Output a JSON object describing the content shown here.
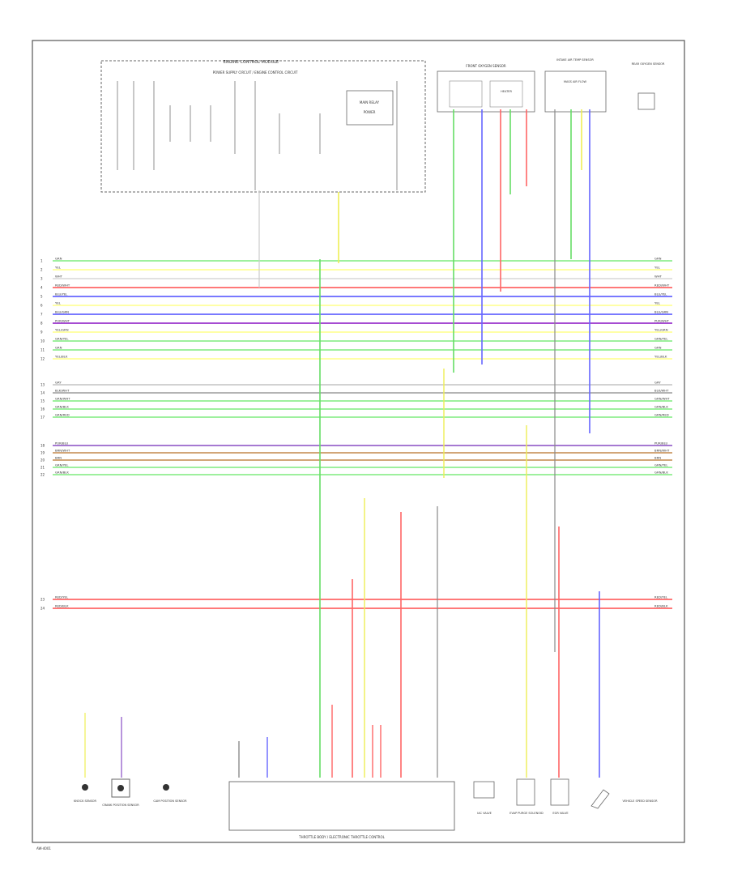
{
  "title_box": {
    "main_label": "ENGINE CONTROL MODULE",
    "sub_label": "POWER SUPPLY CIRCUIT / ENGINE CONTROL CIRCUIT",
    "relay_label": "MAIN RELAY",
    "power_label": "POWER"
  },
  "top_right": {
    "ecm_label": "FRONT OXYGEN SENSOR",
    "sensor_label": "HEATER",
    "pressure_label": "INTAKE AIR TEMP SENSOR",
    "flow_label": "MASS AIR FLOW",
    "oxy_label": "REAR OXYGEN SENSOR"
  },
  "left_wires": [
    {
      "num": "1",
      "code": "GRN",
      "color": "#90ee90"
    },
    {
      "num": "2",
      "code": "YEL",
      "color": "#ffff99"
    },
    {
      "num": "3",
      "code": "WHT",
      "color": "#dddddd"
    },
    {
      "num": "4",
      "code": "RED/WHT",
      "color": "#ff6666"
    },
    {
      "num": "5",
      "code": "BLU/YEL",
      "color": "#6666ff"
    },
    {
      "num": "6",
      "code": "YEL",
      "color": "#ffff99"
    },
    {
      "num": "7",
      "code": "BLU/GRN",
      "color": "#6666ff"
    },
    {
      "num": "8",
      "code": "PUR/WHT",
      "color": "#9933cc"
    },
    {
      "num": "9",
      "code": "YEL/GRN",
      "color": "#ffff99"
    },
    {
      "num": "10",
      "code": "GRN/YEL",
      "color": "#90ee90"
    },
    {
      "num": "11",
      "code": "GRN",
      "color": "#90ee90"
    },
    {
      "num": "12",
      "code": "YEL/BLK",
      "color": "#ffff99"
    }
  ],
  "mid_wires": [
    {
      "num": "13",
      "code": "GRY",
      "color": "#cccccc"
    },
    {
      "num": "14",
      "code": "BLK/WHT",
      "color": "#aaaaaa"
    },
    {
      "num": "15",
      "code": "GRN/WHT",
      "color": "#90ee90"
    },
    {
      "num": "16",
      "code": "GRN/BLK",
      "color": "#90ee90"
    },
    {
      "num": "17",
      "code": "GRN/RED",
      "color": "#90ee90"
    }
  ],
  "lower_wires": [
    {
      "num": "18",
      "code": "PUR/BLU",
      "color": "#9966cc"
    },
    {
      "num": "19",
      "code": "BRN/WHT",
      "color": "#cc9966"
    },
    {
      "num": "20",
      "code": "BRN",
      "color": "#cc9966"
    },
    {
      "num": "21",
      "code": "GRN/YEL",
      "color": "#90ee90"
    },
    {
      "num": "22",
      "code": "GRN/BLK",
      "color": "#90ee90"
    }
  ],
  "bottom_wires": [
    {
      "num": "23",
      "code": "RED/YEL",
      "color": "#ff6666"
    },
    {
      "num": "24",
      "code": "RED/BLK",
      "color": "#ff6666"
    }
  ],
  "bottom_components": {
    "left_sensor_1": "KNOCK SENSOR",
    "left_sensor_2": "CRANK POSITION SENSOR",
    "left_sensor_3": "CAM POSITION SENSOR",
    "main_box": "THROTTLE BODY / ELECTRONIC THROTTLE CONTROL",
    "btm_1": "IAC VALVE",
    "btm_2": "EVAP PURGE SOLENOID",
    "btm_3": "EGR VALVE",
    "btm_4": "VEHICLE SPEED SENSOR"
  },
  "footer": {
    "code": "AW-4001"
  }
}
